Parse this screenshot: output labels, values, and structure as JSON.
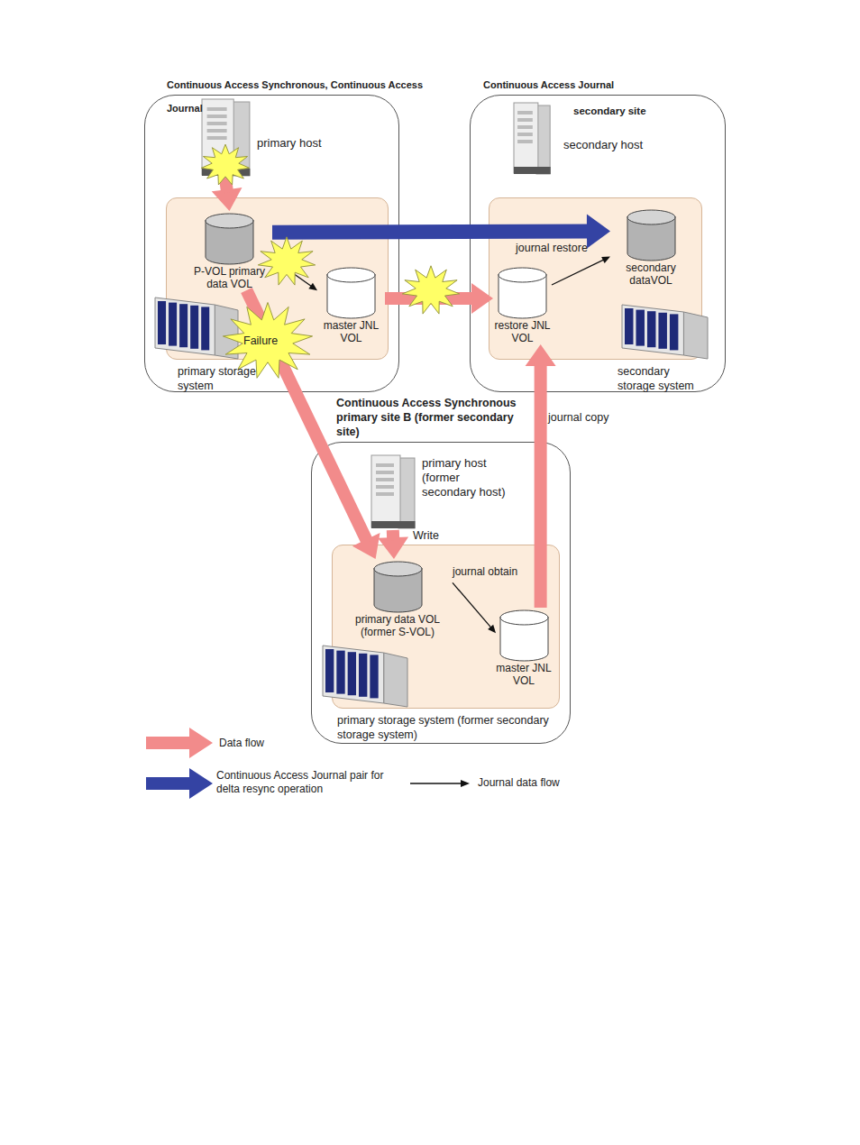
{
  "diagram": {
    "nodes": [
      {
        "text": [
          "Continuous Access Synchronous, Continuous Access Journal"
        ]
      },
      {
        "text": [
          "primary host"
        ],
        "in": 0
      },
      {
        "text": [
          "primary storage system"
        ],
        "in": 0
      },
      {
        "text": [
          "P-VOL primary data VOL"
        ],
        "in": 2
      },
      {
        "text": [
          "master JNL VOL"
        ],
        "in": 2
      },
      {
        "text": [
          "Continuous Access Journal",
          "secondary site"
        ]
      },
      {
        "text": [
          "secondary host"
        ],
        "in": 5
      },
      {
        "text": [
          "secondary storage system"
        ],
        "in": 5
      },
      {
        "text": [
          "restore JNL VOL"
        ],
        "in": 7
      },
      {
        "text": [
          "secondary dataVOL"
        ],
        "in": 7
      },
      {
        "text": [
          "Continuous Access Synchronous primary site B (former secondary site)"
        ]
      },
      {
        "text": [
          "primary host (former secondary host)"
        ],
        "in": 10
      },
      {
        "text": [
          "primary storage system (former secondary storage system)"
        ],
        "in": 10
      },
      {
        "text": [
          "primary data VOL (former S-VOL)"
        ],
        "in": 12
      },
      {
        "text": [
          "master JNL VOL"
        ],
        "in": 12
      }
    ],
    "edges": [
      {
        "from": 1,
        "to": 3,
        "arrow": "to"
      },
      {
        "from": 3,
        "to": 9,
        "arrow": "to"
      },
      {
        "from": 3,
        "to": 4,
        "arrow": "to"
      },
      {
        "from": 4,
        "to": 8,
        "arrow": "to"
      },
      {
        "from": 8,
        "to": 9,
        "label": "journal restore",
        "arrow": "to"
      },
      {
        "from": 3,
        "to": 13,
        "arrow": "to"
      },
      {
        "from": 11,
        "to": 13,
        "label": "Write",
        "arrow": "to"
      },
      {
        "from": 13,
        "to": 14,
        "arrow": "to"
      },
      {
        "from": 14,
        "to": 8,
        "label": "journal copy",
        "arrow": "to"
      }
    ],
    "labels": [
      "Failure",
      "journal obtain"
    ],
    "legend": [
      {
        "text": "Data flow",
        "color": "#f28b8b"
      },
      {
        "text": "Continuous Access Journal pair for delta resync operation",
        "color": "#3443a3"
      },
      {
        "text": "Journal data flow"
      }
    ]
  }
}
